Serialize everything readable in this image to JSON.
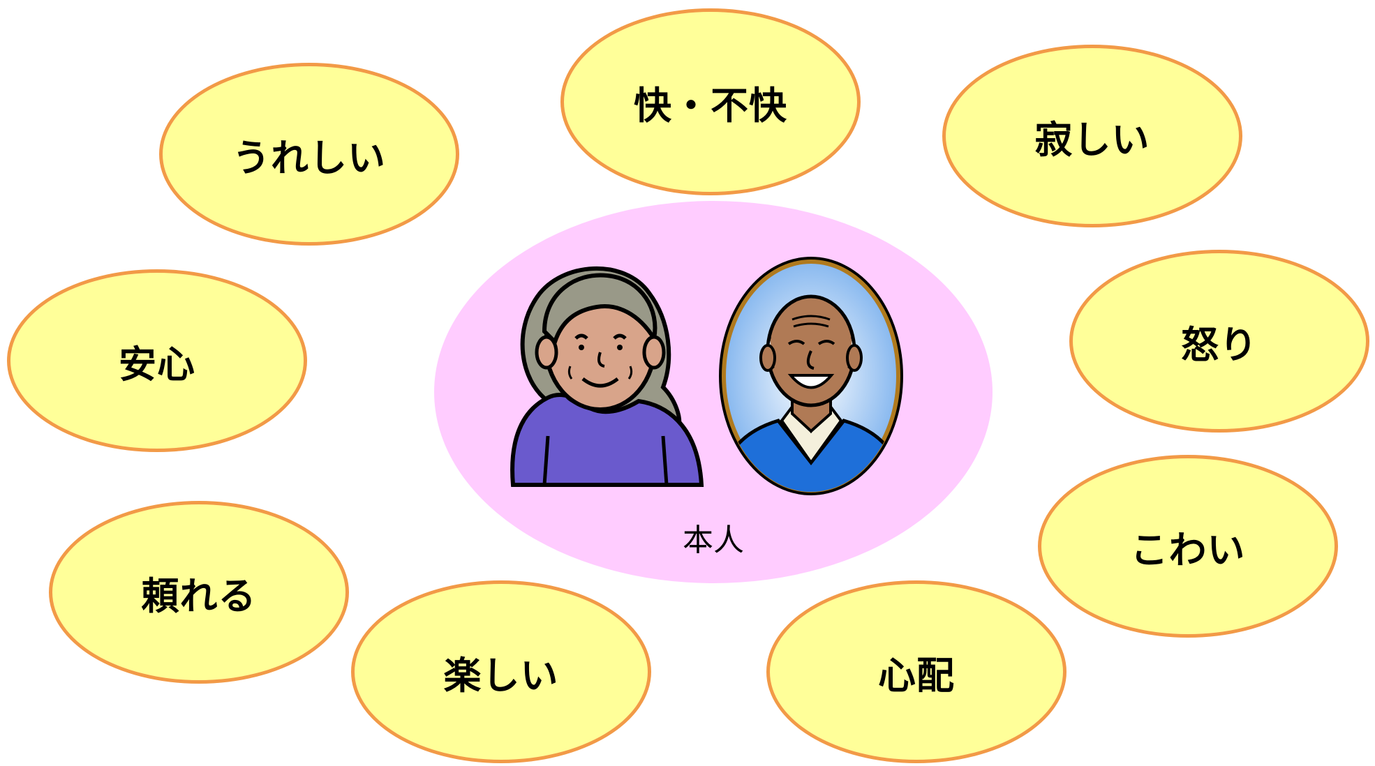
{
  "center": {
    "label": "本人",
    "people": [
      "elderly-woman",
      "elderly-man-portrait"
    ]
  },
  "emotions": [
    {
      "id": "ureshii",
      "label": "うれしい"
    },
    {
      "id": "kai-fukai",
      "label": "快・不快"
    },
    {
      "id": "sabishii",
      "label": "寂しい"
    },
    {
      "id": "anshin",
      "label": "安心"
    },
    {
      "id": "ikari",
      "label": "怒り"
    },
    {
      "id": "kowai",
      "label": "こわい"
    },
    {
      "id": "tayoreru",
      "label": "頼れる"
    },
    {
      "id": "tanoshii",
      "label": "楽しい"
    },
    {
      "id": "shinpai",
      "label": "心配"
    }
  ],
  "colors": {
    "bubble_fill": "#ffff99",
    "bubble_border": "#f29a47",
    "center_fill": "#ffccff"
  }
}
